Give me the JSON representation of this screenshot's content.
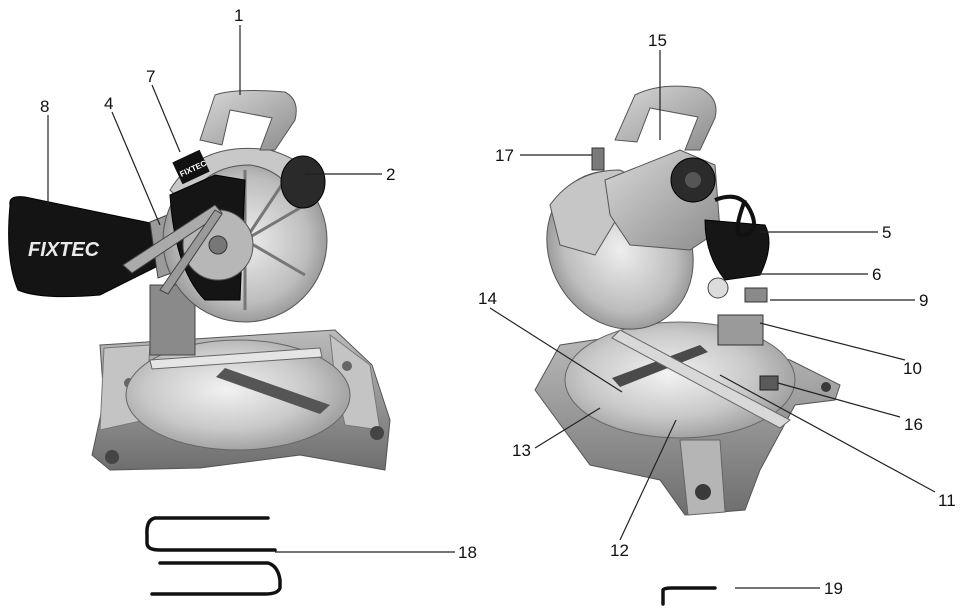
{
  "brand": "FIXTEC",
  "labels": {
    "n1": "1",
    "n2": "2",
    "n4": "4",
    "n5": "5",
    "n6": "6",
    "n7": "7",
    "n8": "8",
    "n9": "9",
    "n10": "10",
    "n11": "11",
    "n12": "12",
    "n13": "13",
    "n14": "14",
    "n15": "15",
    "n16": "16",
    "n17": "17",
    "n18": "18",
    "n19": "19"
  }
}
